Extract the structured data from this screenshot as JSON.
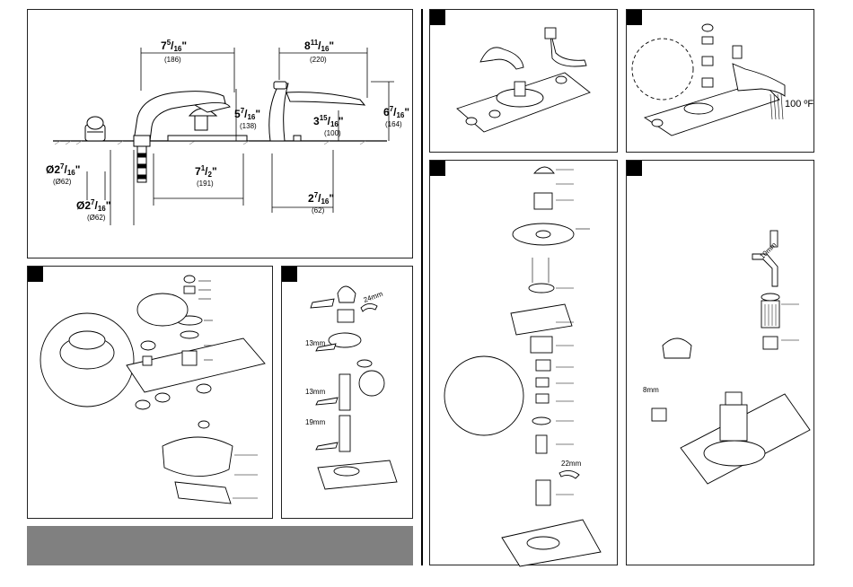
{
  "dimensions": {
    "spout_width": {
      "whole": "7",
      "num": "5",
      "den": "16",
      "unit": "\"",
      "mm": "(186)"
    },
    "hand_shower_width": {
      "whole": "8",
      "num": "11",
      "den": "16",
      "unit": "\"",
      "mm": "(220)"
    },
    "spout_height": {
      "whole": "5",
      "num": "7",
      "den": "16",
      "unit": "\"",
      "mm": "(138)"
    },
    "shower_height_inner": {
      "whole": "3",
      "num": "15",
      "den": "16",
      "unit": "\"",
      "mm": "(100)"
    },
    "shower_height_outer": {
      "whole": "6",
      "num": "7",
      "den": "16",
      "unit": "\"",
      "mm": "(164)"
    },
    "handle_diameter_top": {
      "whole": "Ø2",
      "num": "7",
      "den": "16",
      "unit": "\"",
      "mm": "(Ø62)"
    },
    "handle_diameter_bottom": {
      "whole": "Ø2",
      "num": "7",
      "den": "16",
      "unit": "\"",
      "mm": "(Ø62)"
    },
    "spacing": {
      "whole": "7",
      "num": "1",
      "den": "2",
      "unit": "\"",
      "mm": "(191)"
    },
    "offset": {
      "whole": "2",
      "num": "7",
      "den": "16",
      "unit": "\"",
      "mm": "(62)"
    }
  },
  "tool_sizes": {
    "wrench_24": "24mm",
    "wrench_13a": "13mm",
    "wrench_13b": "13mm",
    "wrench_19": "19mm",
    "wrench_22": "22mm",
    "allen_10": "10mm",
    "allen_8": "8mm"
  },
  "temperature_label": "100 ºF"
}
